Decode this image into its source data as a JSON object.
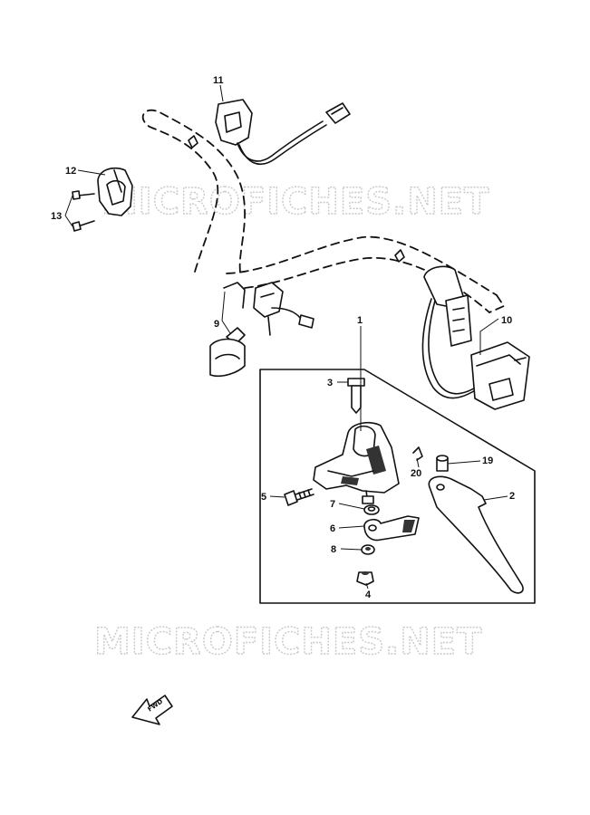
{
  "watermark": {
    "text": "MICROFICHES.NET"
  },
  "fwd_label": "FWD",
  "callouts": {
    "c1": "1",
    "c2": "2",
    "c3": "3",
    "c4": "4",
    "c5": "5",
    "c6": "6",
    "c7": "7",
    "c8": "8",
    "c9": "9",
    "c10": "10",
    "c11": "11",
    "c12": "12",
    "c13": "13",
    "c19": "19",
    "c20": "20"
  },
  "colors": {
    "ink": "#111111",
    "watermark_outline": "#c9c9c9",
    "background": "#ffffff"
  }
}
